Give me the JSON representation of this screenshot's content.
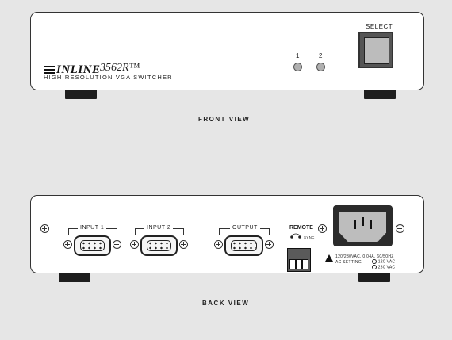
{
  "front": {
    "brand": "INLINE",
    "model": "3562R™",
    "tagline": "HIGH RESOLUTION VGA SWITCHER",
    "led_labels": [
      "1",
      "2"
    ],
    "select_label": "SELECT",
    "caption": "FRONT VIEW"
  },
  "back": {
    "ports": {
      "input1": "INPUT 1",
      "input2": "INPUT 2",
      "output": "OUTPUT"
    },
    "remote_label": "REMOTE",
    "remote_sublabel": "SYNC",
    "power_rating": "120/230VAC, 0.04A, 60/50HZ",
    "ac_setting": "AC SETTING:",
    "voltage_options": [
      "120 VAC",
      "230 VAC"
    ],
    "caption": "BACK VIEW"
  }
}
